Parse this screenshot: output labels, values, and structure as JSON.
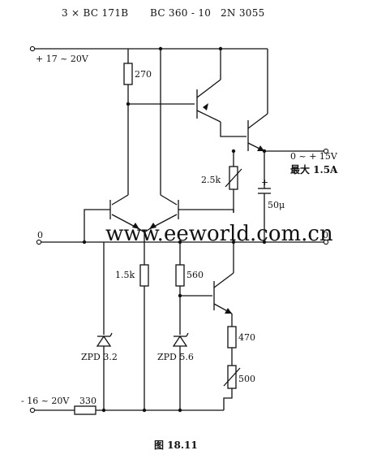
{
  "header": {
    "transistor_1": "3 × BC 171B",
    "transistor_2": "BC 360 - 10",
    "transistor_3": "2N 3055"
  },
  "terminals": {
    "pos_supply": "+ 17 ~ 20V",
    "output_voltage": "0 ~ + 15V",
    "output_current": "最大 1.5A",
    "ground_left": "0",
    "ground_right": "0",
    "neg_supply": "- 16 ~ 20V"
  },
  "components": {
    "r_270": "270",
    "pot_2_5k": "2.5k",
    "cap_50u": "50μ",
    "cap_plus": "+",
    "r_1_5k": "1.5k",
    "r_560": "560",
    "r_470": "470",
    "pot_500": "500",
    "zener_1": "ZPD 3.2",
    "zener_2": "ZPD 5.6",
    "r_330": "330"
  },
  "watermark": "www.eeworld.com.cn",
  "caption": "图 18.11"
}
